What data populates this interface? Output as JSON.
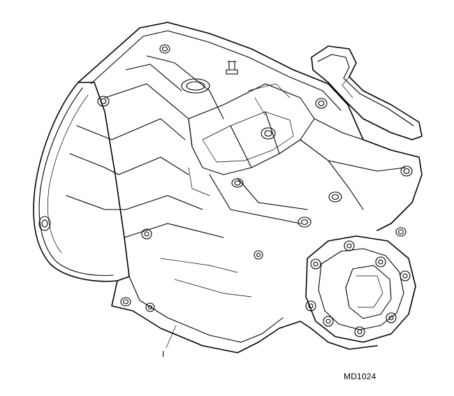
{
  "diagram": {
    "callout_label": "I",
    "figure_reference": "MD1024",
    "colors": {
      "line": "#000000",
      "background": "#ffffff"
    },
    "icons": [
      "gearbox-assembly-illustration"
    ]
  }
}
